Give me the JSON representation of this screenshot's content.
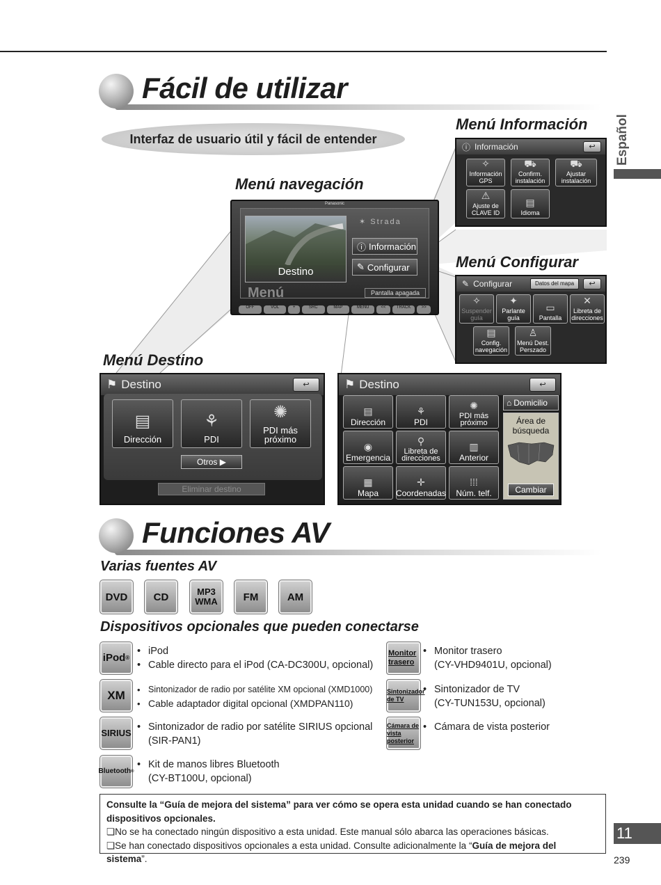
{
  "side_label": "Español",
  "section1": {
    "title": "Fácil de utilizar",
    "pill": "Interfaz de usuario útil y fácil de entender"
  },
  "menu_info": {
    "label": "Menú Información",
    "header": "Información",
    "tiles": [
      "Información GPS",
      "Confirm. instalación",
      "Ajustar instalación",
      "Ajuste de CLAVE ID",
      "Idioma"
    ]
  },
  "menu_nav": {
    "label": "Menú navegación",
    "brand": "Panasonic",
    "strada": "Strada",
    "destino": "Destino",
    "informacion": "Información",
    "configurar": "Configurar",
    "menu": "Menú",
    "pantalla": "Pantalla apagada",
    "buttons": [
      "OFF",
      "VOL",
      "+",
      "SRC",
      "MAP",
      "MENU",
      "<<",
      "TRACK",
      ">>"
    ]
  },
  "menu_conf": {
    "label": "Menú Configurar",
    "header": "Configurar",
    "header_btn": "Datos del mapa",
    "tiles": [
      "Suspender guía",
      "Parlante guía",
      "Pantalla",
      "Libreta de direcciones",
      "Config. navegación",
      "Menú Dest. Perszado"
    ]
  },
  "menu_dest": {
    "label": "Menú Destino",
    "header": "Destino",
    "tiles": [
      "Dirección",
      "PDI",
      "PDI más próximo"
    ],
    "otros": "Otros",
    "eliminar": "Eliminar destino"
  },
  "menu_dest2": {
    "header": "Destino",
    "tiles": [
      "Dirección",
      "PDI",
      "PDI más próximo",
      "Emergencia",
      "Libreta de direcciones",
      "Anterior",
      "Mapa",
      "Coordenadas",
      "Núm. telf."
    ],
    "domicilio": "Domicilio",
    "area": "Área de búsqueda",
    "cambiar": "Cambiar"
  },
  "section2": {
    "title": "Funciones AV",
    "sub1": "Varias fuentes AV",
    "sources": [
      "DVD",
      "CD",
      "MP3 WMA",
      "FM",
      "AM"
    ],
    "sub2": "Dispositivos opcionales que pueden conectarse"
  },
  "devices_left": [
    {
      "icon": "iPod",
      "lines": [
        "iPod",
        "Cable directo para el iPod (CA-DC300U, opcional)"
      ]
    },
    {
      "icon": "XM",
      "lines": [
        "Sintonizador de radio por satélite XM opcional (XMD1000)",
        "Cable adaptador digital opcional (XMDPAN110)"
      ]
    },
    {
      "icon": "SIRIUS",
      "lines": [
        "Sintonizador de radio por satélite SIRIUS opcional",
        "(SIR-PAN1)"
      ]
    },
    {
      "icon": "Bluetooth",
      "lines": [
        "Kit de manos libres Bluetooth",
        "(CY-BT100U, opcional)"
      ]
    }
  ],
  "devices_right": [
    {
      "icon": "Monitor trasero",
      "lines": [
        "Monitor trasero",
        "(CY-VHD9401U, opcional)"
      ]
    },
    {
      "icon": "Sintonizador de TV",
      "lines": [
        "Sintonizador de TV",
        "(CY-TUN153U, opcional)"
      ]
    },
    {
      "icon": "Cámara de vista posterior",
      "lines": [
        "Cámara de vista posterior"
      ]
    }
  ],
  "note": {
    "bold_line": "Consulte la “Guía de mejora del sistema” para ver cómo se opera esta unidad cuando se han conectado dispositivos opcionales.",
    "line1": "No se ha conectado ningún dispositivo a esta unidad. Este manual sólo abarca las operaciones básicas.",
    "line2_pre": "Se han conectado dispositivos opcionales a esta unidad. Consulte adicionalmente la “",
    "line2_bold": "Guía de mejora del sistema",
    "line2_post": "”."
  },
  "chapter": "11",
  "page_number": "239"
}
